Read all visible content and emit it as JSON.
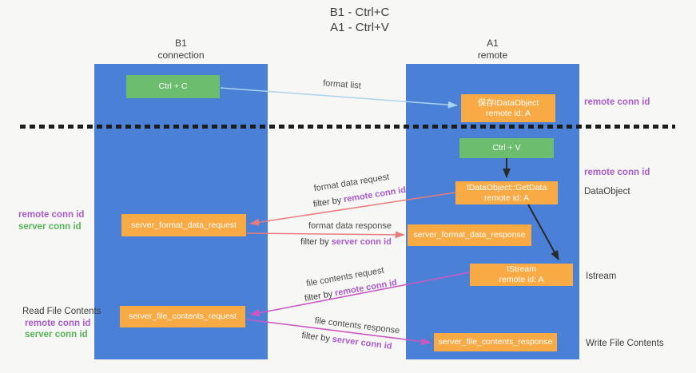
{
  "title": {
    "line1": "B1 - Ctrl+C",
    "line2": "A1 - Ctrl+V"
  },
  "lanes": {
    "left": {
      "name": "B1",
      "role": "connection"
    },
    "right": {
      "name": "A1",
      "role": "remote"
    }
  },
  "nodes": {
    "ctrl_c": "Ctrl + C",
    "ctrl_v": "Ctrl + V",
    "save_idataobject": {
      "line1": "保存IDataObject",
      "line2": "remote id: A"
    },
    "getdata": {
      "line1": "IDataObject::GetData",
      "line2": "remote id: A"
    },
    "istream": {
      "line1": "IStream",
      "line2": "remote id: A"
    },
    "server_format_data_request": "server_format_data_request",
    "server_format_data_response": "server_format_data_response",
    "server_file_contents_request": "server_file_contents_request",
    "server_file_contents_response": "server_file_contents_response"
  },
  "arrows": {
    "format_list": "format list",
    "format_data_request": "format data request",
    "format_data_response": "format data response",
    "file_contents_request": "file contents request",
    "file_contents_response": "file contents response",
    "filter_by": "filter by"
  },
  "terms": {
    "remote_conn_id": "remote conn id",
    "server_conn_id": "server conn id"
  },
  "side_labels": {
    "dataobject": "DataObject",
    "istream": "Istream",
    "read_file_contents": "Read File Contents",
    "write_file_contents": "Write File Contents"
  },
  "colors": {
    "background": "#f7f7f6",
    "lane_blue": "#4a80d6",
    "box_green": "#6cbe6e",
    "box_orange": "#f8aa45",
    "purple": "#a75bc8",
    "conn_green": "#57b357",
    "arrow_blue": "#a9d3ee",
    "arrow_red": "#e87c7c",
    "arrow_magenta": "#ca58c5",
    "arrow_black": "#2a2a2a",
    "text_dark": "#3c3c3c",
    "dash_black": "#1c1c1c"
  }
}
